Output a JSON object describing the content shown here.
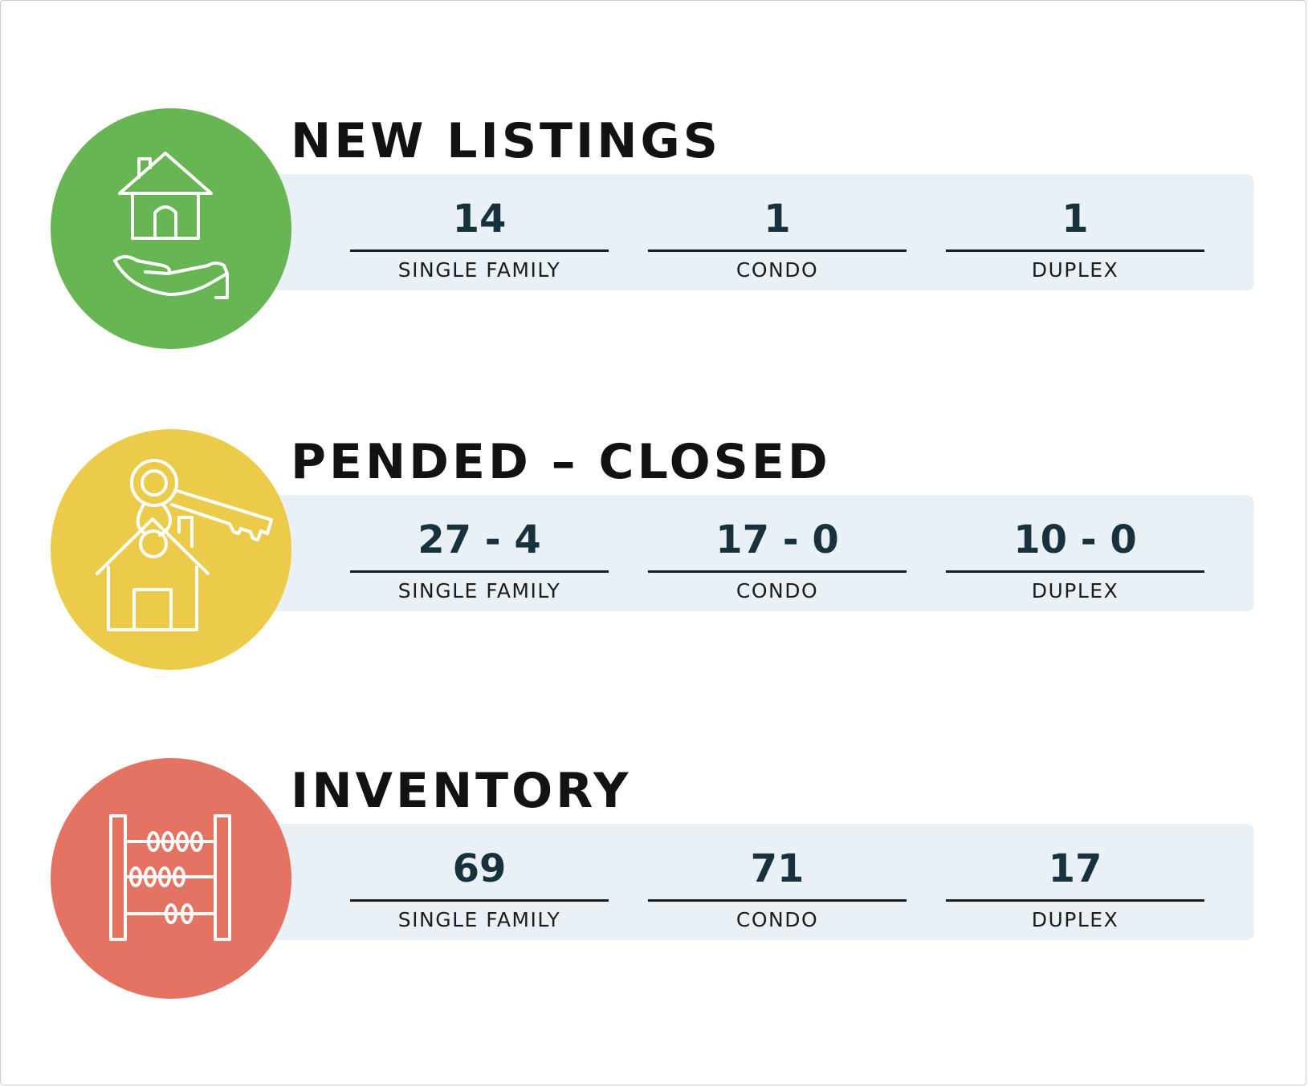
{
  "colors": {
    "new_listings": "#67b653",
    "pended_closed": "#eccb4b",
    "inventory": "#e47363",
    "band": "#e9f1f6",
    "value_text": "#17313d"
  },
  "sections": [
    {
      "title": "NEW LISTINGS",
      "icon": "house-in-hand-icon",
      "stats": [
        {
          "value": "14",
          "label": "SINGLE FAMILY"
        },
        {
          "value": "1",
          "label": "CONDO"
        },
        {
          "value": "1",
          "label": "DUPLEX"
        }
      ]
    },
    {
      "title": "PENDED – CLOSED",
      "icon": "house-key-icon",
      "stats": [
        {
          "value": "27 - 4",
          "label": "SINGLE FAMILY"
        },
        {
          "value": "17 - 0",
          "label": "CONDO"
        },
        {
          "value": "10 - 0",
          "label": "DUPLEX"
        }
      ]
    },
    {
      "title": "INVENTORY",
      "icon": "abacus-icon",
      "stats": [
        {
          "value": "69",
          "label": "SINGLE FAMILY"
        },
        {
          "value": "71",
          "label": "CONDO"
        },
        {
          "value": "17",
          "label": "DUPLEX"
        }
      ]
    }
  ]
}
